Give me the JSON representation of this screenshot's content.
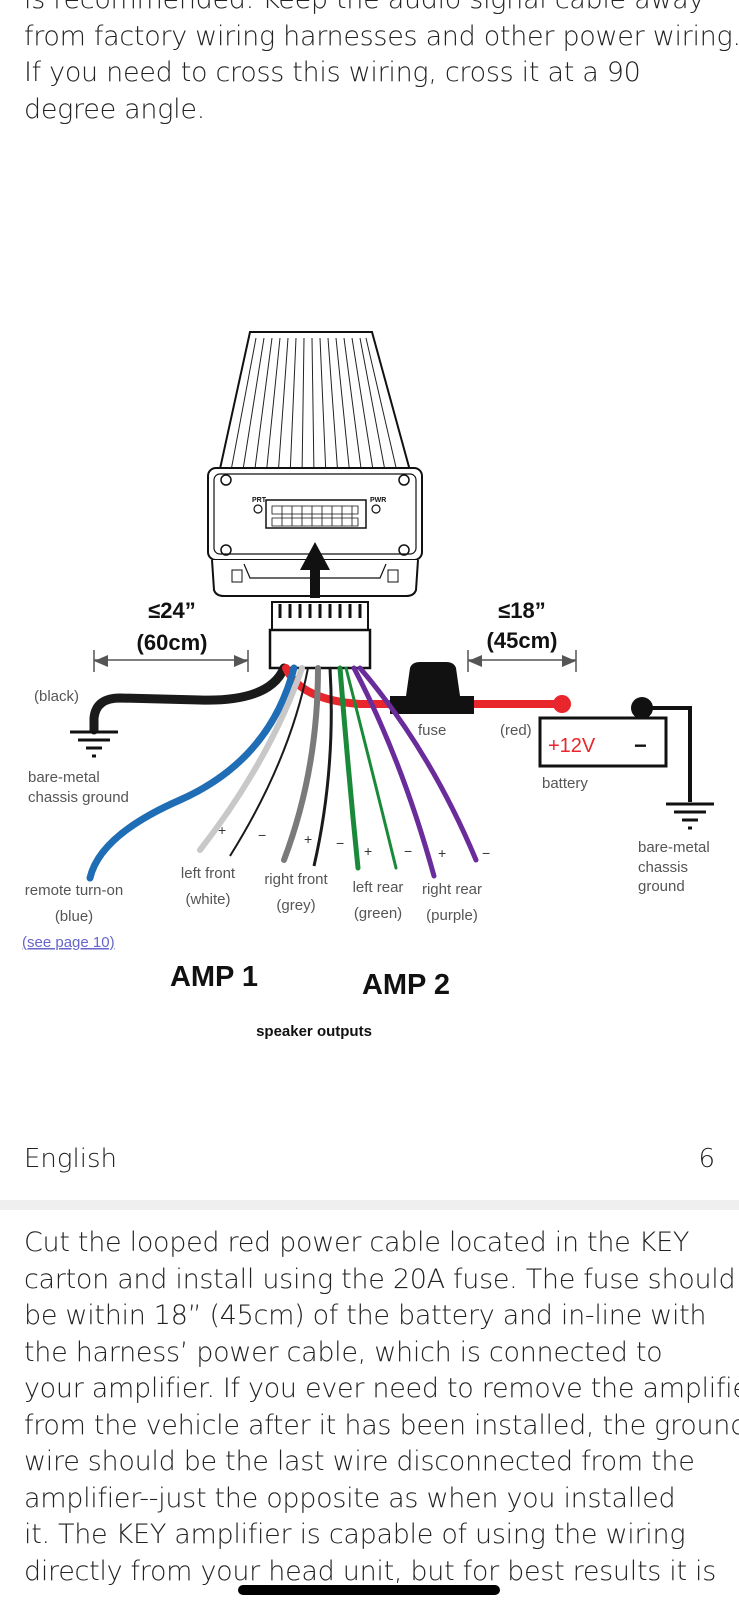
{
  "top_paragraph": {
    "lines": [
      "is recommended. Keep the audio signal cable away",
      "from factory wiring harnesses and other power wiring.",
      "If you need to cross this wiring, cross it at a 90",
      "degree angle."
    ]
  },
  "diagram": {
    "amp_labels": {
      "prt": "PRT",
      "pwr": "PWR"
    },
    "left_distance": {
      "value": "≤24”",
      "metric": "(60cm)"
    },
    "right_distance": {
      "value": "≤18”",
      "metric": "(45cm)"
    },
    "ground_left": {
      "wire_color": "(black)",
      "label_line1": "bare-metal",
      "label_line2": "chassis ground"
    },
    "power": {
      "fuse_label": "fuse",
      "wire_color": "(red)",
      "battery_plus": "+12V",
      "battery_minus": "−",
      "battery_label": "battery"
    },
    "ground_right": {
      "line1": "bare-metal",
      "line2": "chassis",
      "line3": "ground"
    },
    "remote": {
      "label": "remote turn-on",
      "color": "(blue)",
      "link": "(see page 10)"
    },
    "left_front": {
      "label": "left front",
      "color": "(white)"
    },
    "right_front": {
      "label": "right front",
      "color": "(grey)"
    },
    "left_rear": {
      "label": "left rear",
      "color": "(green)"
    },
    "right_rear": {
      "label": "right rear",
      "color": "(purple)"
    },
    "polarity": {
      "plus": "+",
      "minus": "−"
    },
    "amp1": "AMP 1",
    "amp2": "AMP 2",
    "speaker_outputs": "speaker outputs",
    "wire_colors": {
      "black": "#1a1a1a",
      "red": "#e8262b",
      "blue": "#1f6db5",
      "white": "#c8c8c8",
      "grey": "#7a7a7a",
      "green": "#1a8a3a",
      "purple": "#6a2c9a",
      "link": "#6666cc"
    }
  },
  "footer": {
    "language": "English",
    "page_number": "6"
  },
  "bottom_paragraph": {
    "lines": [
      "Cut the looped red power cable located in the KEY",
      "carton and install using the 20A fuse. The fuse should",
      "be within 18” (45cm) of the battery and in-line with",
      "the harness’ power cable, which is connected to",
      "your amplifier. If you ever need to remove the amplifier",
      "from the vehicle after it has been installed, the ground",
      "wire should be the last wire disconnected from the",
      "amplifier--just the opposite as when you installed",
      "it. The KEY amplifier is capable of using the wiring",
      "directly from your head unit, but for best results it is"
    ]
  }
}
